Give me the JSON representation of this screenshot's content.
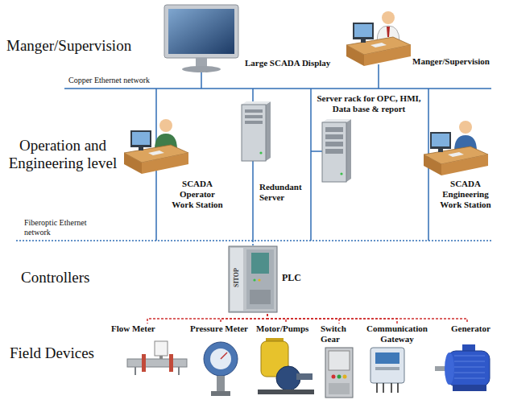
{
  "diagram": {
    "nodes": [
      {
        "text": [
          "Large SCADA Display"
        ]
      },
      {
        "text": [
          "Manger/Supervision"
        ]
      },
      {
        "text": [
          "SCADA Operator Work Station"
        ]
      },
      {
        "text": [
          "Redundant Server"
        ]
      },
      {
        "text": [
          "Server rack for OPC, HMI, Data base & report"
        ]
      },
      {
        "text": [
          "SCADA Engineering Work Station"
        ]
      },
      {
        "text": [
          "PLC"
        ]
      },
      {
        "text": [
          "Flow Meter"
        ]
      },
      {
        "text": [
          "Pressure Meter"
        ]
      },
      {
        "text": [
          "Motor/Pumps"
        ]
      },
      {
        "text": [
          "Switch Gear"
        ]
      },
      {
        "text": [
          "Communication Gateway"
        ]
      },
      {
        "text": [
          "Generator"
        ]
      }
    ],
    "edges": [
      {
        "from": 6,
        "to": 7,
        "arrow": "none"
      },
      {
        "from": 6,
        "to": 8,
        "arrow": "none"
      },
      {
        "from": 6,
        "to": 9,
        "arrow": "none"
      },
      {
        "from": 6,
        "to": 10,
        "arrow": "none"
      },
      {
        "from": 6,
        "to": 11,
        "arrow": "none"
      },
      {
        "from": 6,
        "to": 12,
        "arrow": "none"
      }
    ],
    "labels": [
      "Manger/Supervision",
      "Copper Ethernet network",
      "Operation and Engineering level",
      "Fiberoptic Ethernet network",
      "Controllers",
      "SITOP",
      "Field Devices"
    ]
  }
}
